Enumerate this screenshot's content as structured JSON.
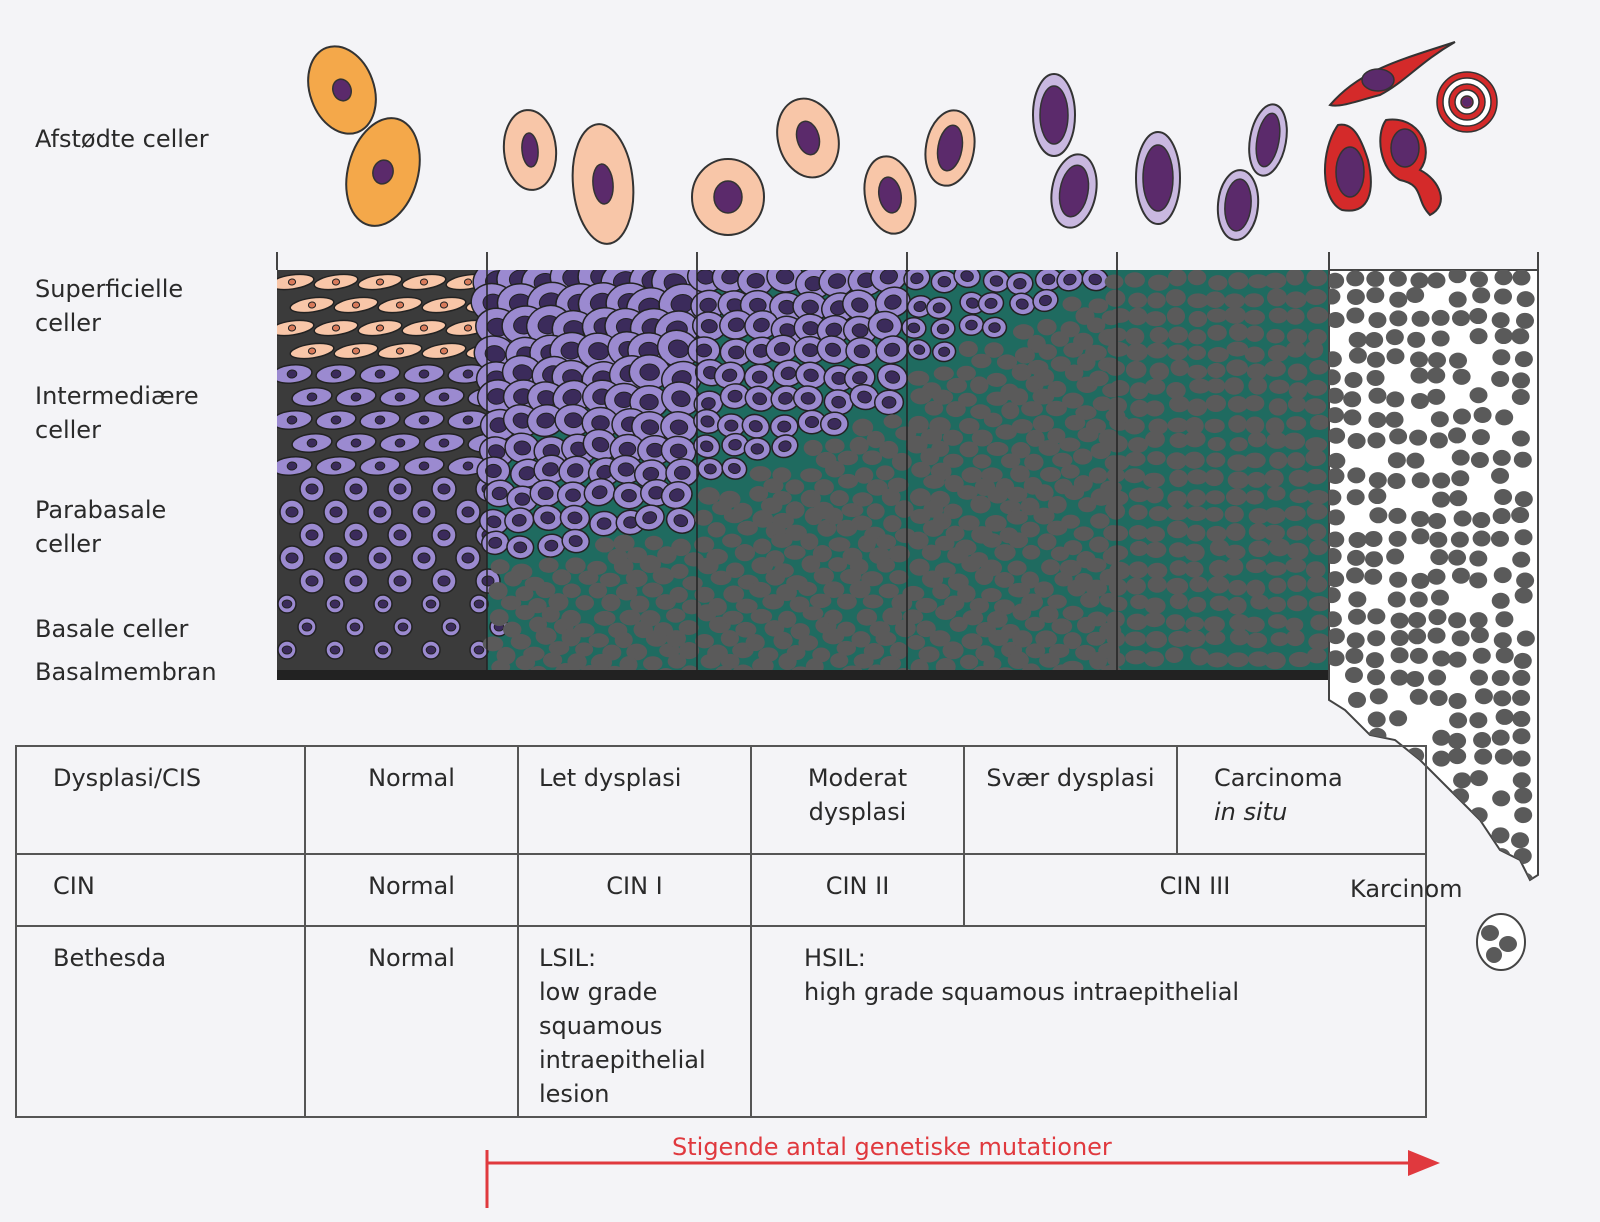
{
  "row_labels": {
    "shed_cells": "Afstødte celler",
    "superficial": "Superficielle\nceller",
    "intermediate": "Intermediære\nceller",
    "parabasal": "Parabasale\nceller",
    "basal": "Basale celler",
    "basal_membrane": "Basalmembran"
  },
  "table": {
    "row1": {
      "header": "Dysplasi/CIS",
      "c1": "Normal",
      "c2": "Let dysplasi",
      "c3_line1": "Moderat",
      "c3_line2": "dysplasi",
      "c4": "Svær dysplasi",
      "c5_line1": "Carcinoma",
      "c5_line2": "in situ"
    },
    "row2": {
      "header": "CIN",
      "c1": "Normal",
      "c2": "CIN I",
      "c3": "CIN II",
      "c45": "CIN III"
    },
    "row3": {
      "header": "Bethesda",
      "c1": "Normal",
      "c2": "LSIL:\nlow grade\nsquamous\nintraepithelial\nlesion",
      "c3_5": "HSIL:\nhigh grade squamous intraepithelial"
    }
  },
  "carcinoma_label": "Karcinom",
  "arrow_label": "Stigende antal genetiske mutationer",
  "colors": {
    "normal_cell": "#f4a84a",
    "mild_cell": "#f8c6a8",
    "purple_cell": "#9b8ad0",
    "lilac_cell": "#c9b8e0",
    "nucleus": "#5b2a6b",
    "cancer_cell": "#d42a2a",
    "epithelium_dark": "#3b3b3b",
    "epithelium_teal": "#1f6b60",
    "dense_nucleus": "#5a5a5a",
    "arrow": "#e0393e"
  }
}
